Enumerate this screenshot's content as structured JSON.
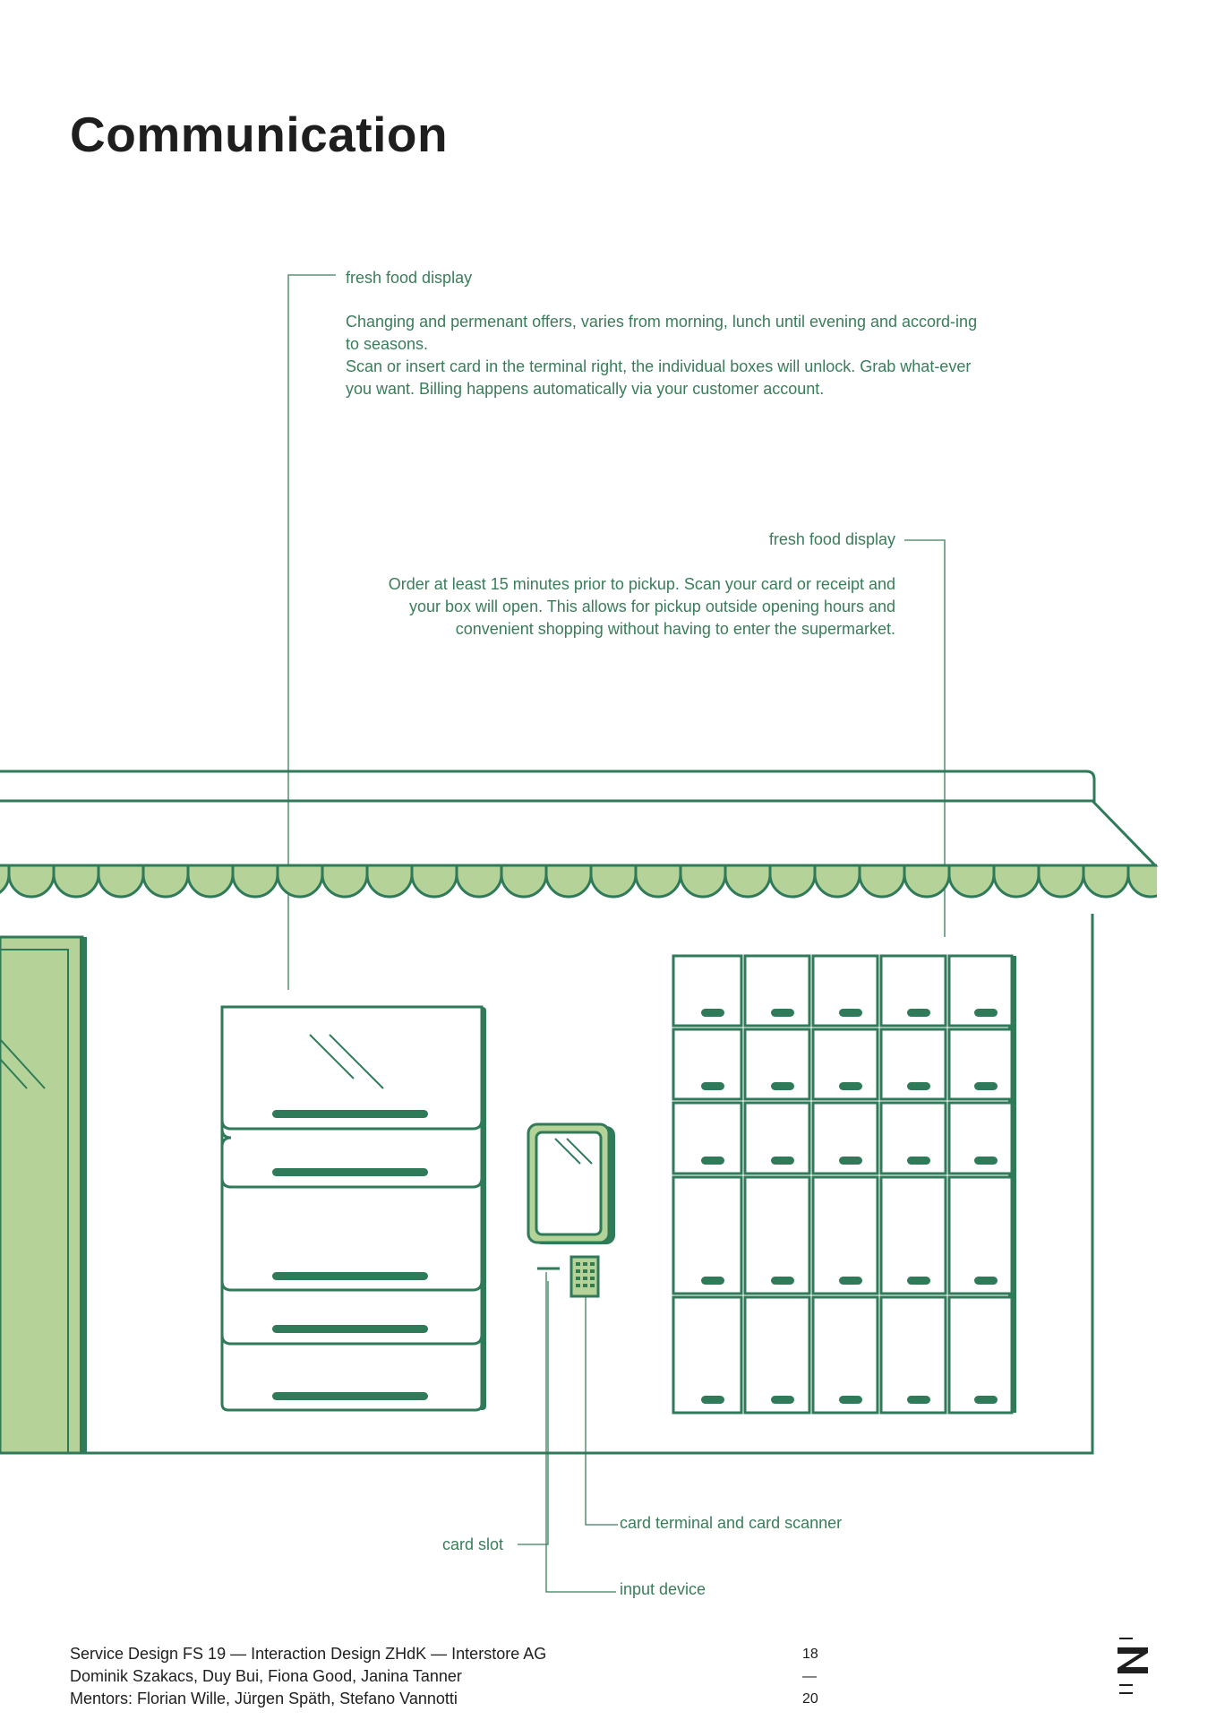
{
  "page": {
    "title": "Communication"
  },
  "callouts": {
    "left": {
      "title": "fresh food display",
      "paragraphs": [
        "Changing and permenant offers, varies from morning, lunch until evening and accord-ing to seasons.",
        "Scan or insert card in the terminal right, the individual boxes will unlock. Grab what-ever you want. Billing happens automatically via your customer account."
      ]
    },
    "right": {
      "title": "fresh food display",
      "paragraphs": [
        "Order at least 15 minutes prior to pickup. Scan your card or receipt and your box will open. This allows for pickup outside opening hours and convenient shopping without having to enter the supermarket."
      ]
    }
  },
  "labels": {
    "card_terminal": "card terminal and card scanner",
    "card_slot": "card slot",
    "input_device": "input device"
  },
  "footer": {
    "line1": "Service Design FS 19 — Interaction Design ZHdK — Interstore AG",
    "line2": "Dominik Szakacs, Duy Bui, Fiona Good, Janina Tanner",
    "line3": "Mentors: Florian Wille, Jürgen Späth, Stefano Vannotti",
    "page_current": "18",
    "page_separator": "—",
    "page_total": "20"
  },
  "colors": {
    "dark_green": "#2f7a58",
    "light_green": "#b5d398",
    "text_green": "#3a7d5a"
  }
}
